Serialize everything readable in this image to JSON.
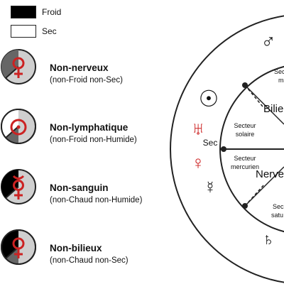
{
  "legend": {
    "items": [
      {
        "label": "Froid",
        "color": "#000000"
      },
      {
        "label": "Sec",
        "color": "#ffffff"
      }
    ]
  },
  "temperaments": [
    {
      "title": "Non-nerveux",
      "subtitle": "(non-Froid non-Sec)",
      "symbol": "venus-icon"
    },
    {
      "title": "Non-lymphatique",
      "subtitle": "(non-Froid non-Humide)",
      "symbol": "sun-icon"
    },
    {
      "title": "Non-sanguin",
      "subtitle": "(non-Chaud non-Humide)",
      "symbol": "mercury-icon"
    },
    {
      "title": "Non-bilieux",
      "subtitle": "(non-Chaud non-Sec)",
      "symbol": "venus-icon"
    }
  ],
  "wheel": {
    "sec_label": "Sec",
    "bilieux_label": "Bilie",
    "nerveux_label": "Nerve",
    "sector_solaire": [
      "Secteur",
      "solaire"
    ],
    "sector_mercurien": [
      "Secteur",
      "mercurien"
    ],
    "sector_martien": [
      "Secteu",
      "ma"
    ],
    "sector_saturnien": [
      "Sec",
      "satu"
    ],
    "symbols": {
      "mars": "♂",
      "sun": "☉",
      "uranus": "♅",
      "venus": "♀",
      "mercury": "☿",
      "saturn": "♄"
    }
  },
  "colors": {
    "accent_red": "#cc2222",
    "dark_gray": "#555555",
    "light_gray": "#cfcfcf"
  }
}
